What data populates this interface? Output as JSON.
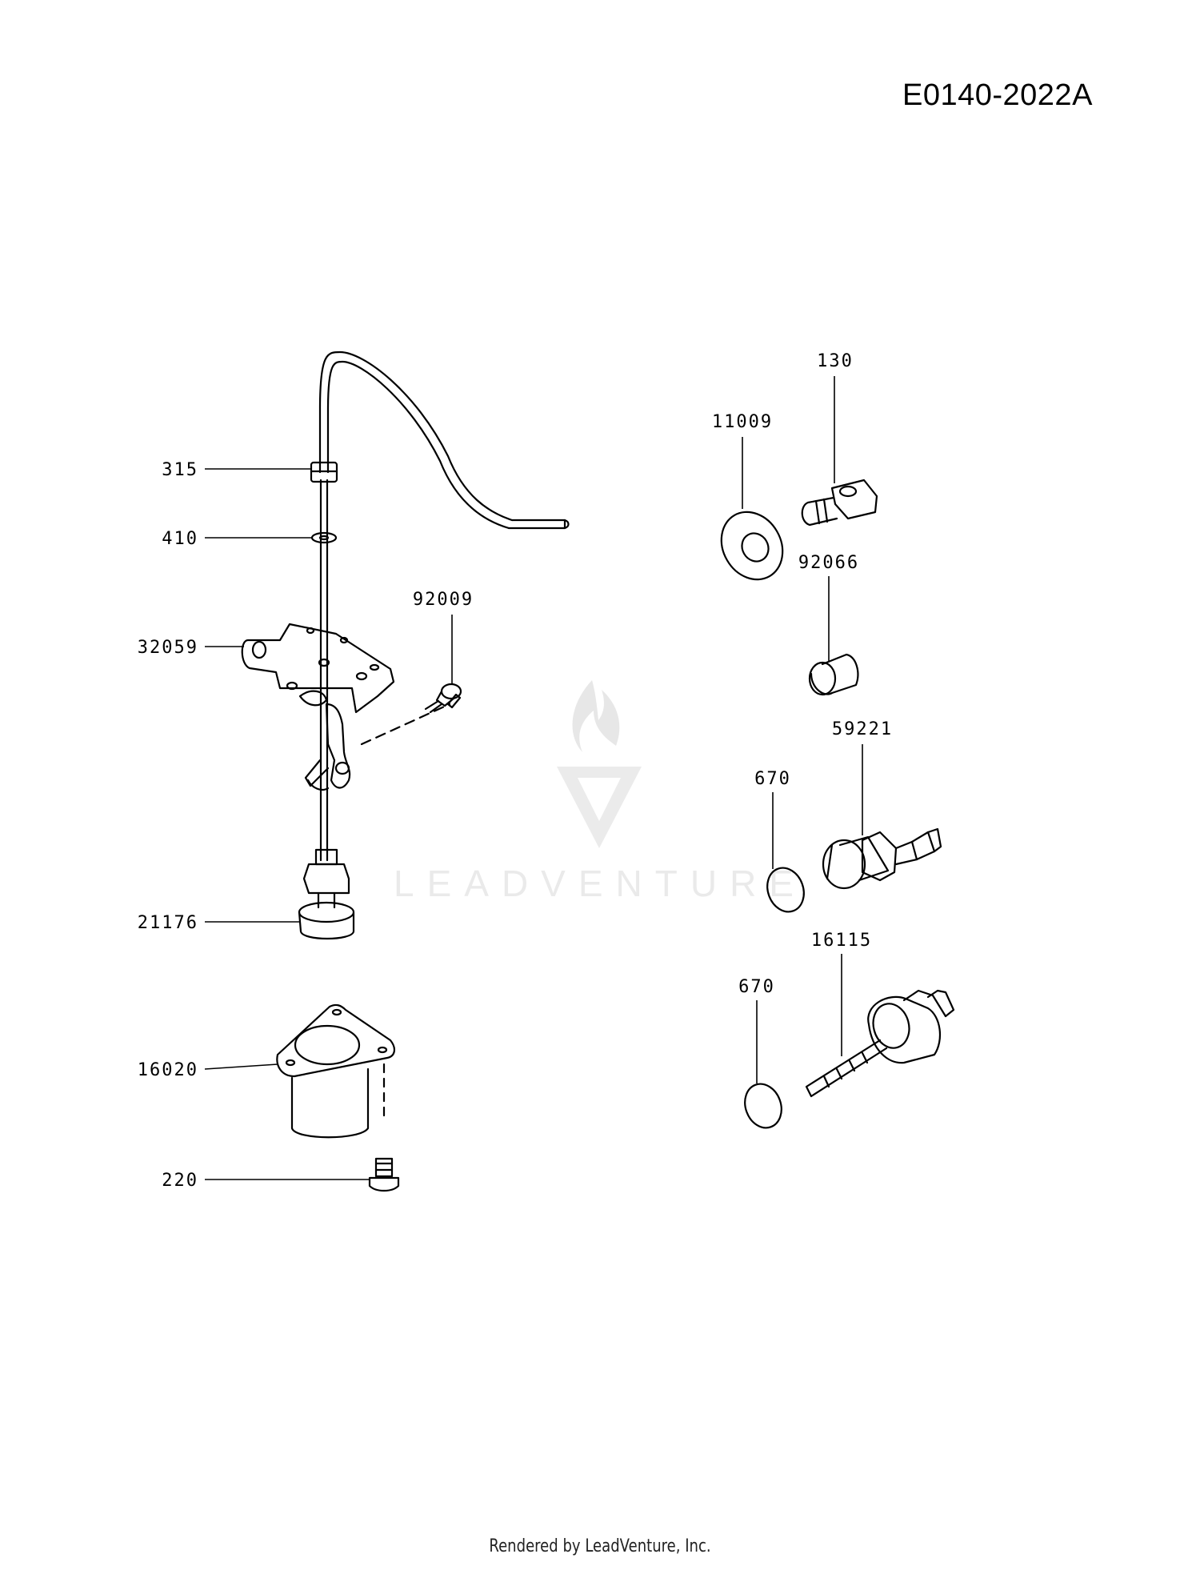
{
  "diagram_id": "E0140-2022A",
  "footer": "Rendered by LeadVenture, Inc.",
  "watermark": "LEADVENTURE",
  "callouts": {
    "c315": "315",
    "c410": "410",
    "c32059": "32059",
    "c92009": "92009",
    "c21176": "21176",
    "c16020": "16020",
    "c220": "220",
    "c130": "130",
    "c11009": "11009",
    "c92066": "92066",
    "c59221": "59221",
    "c670a": "670",
    "c670b": "670",
    "c16115": "16115"
  }
}
